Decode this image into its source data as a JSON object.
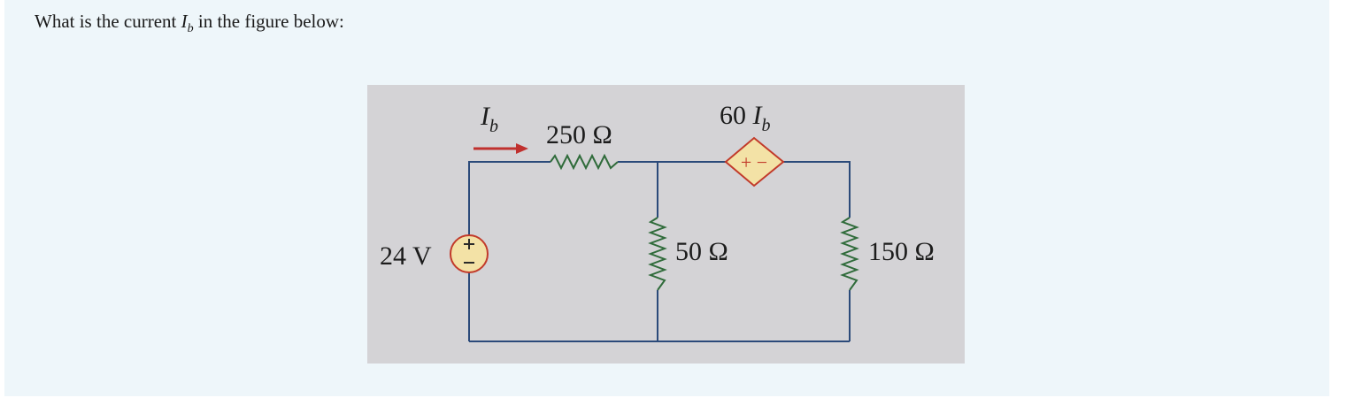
{
  "question": {
    "prefix": "What is the current ",
    "var": "I",
    "sub": "b",
    "suffix": " in the figure below:"
  },
  "figure": {
    "current_label_var": "I",
    "current_label_sub": "b",
    "r_series_label": "250 Ω",
    "dep_source_label_coef": "60 ",
    "dep_source_label_var": "I",
    "dep_source_label_sub": "b",
    "dep_source_polarity": "+ −",
    "source_label": "24 V",
    "r_middle_label": "50 Ω",
    "r_right_label": "150 Ω",
    "colors": {
      "wire": "#2b4a7a",
      "resistor": "#2f6b3a",
      "arrow": "#c0302e",
      "source_fill": "#f3e2a6",
      "source_stroke": "#c23a2a"
    }
  }
}
